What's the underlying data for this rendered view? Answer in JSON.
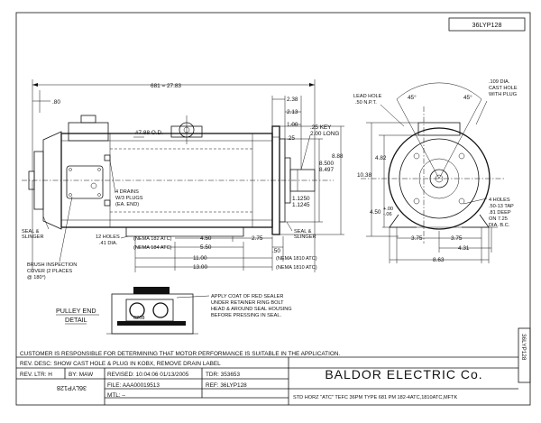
{
  "drawing_id": "36LYP128",
  "drawing_id_side": "36LYP128",
  "drawing_id_bottom": "36LYP128",
  "side_view": {
    "overall_length": "681 = 27.83",
    "dim_80": ".80",
    "od_label": "#7.88 O.D.",
    "drains_label": [
      "4 DRAINS",
      "W/3 PLUGS",
      "(EA. END)"
    ],
    "dim_238": "2.38",
    "dim_213": "2.13",
    "dim_100": "1.00",
    "dim_25": ".25",
    "key_label": [
      ".25 KEY",
      "2.00 LONG"
    ],
    "dim_8500": "8.500",
    "dim_8497": "8.497",
    "dim_888": "8.88",
    "dim_11250": "1.1250",
    "dim_11245": "1.1245",
    "seal_left": [
      "SEAL &",
      "SLINGER"
    ],
    "holes_label": [
      "12 HOLES",
      ".41 DIA."
    ],
    "brush_label": [
      "BRUSH INSPECTION",
      "COVER (2 PLACES",
      "@ 180°)"
    ],
    "nema182": "(NEMA 182 ATC)",
    "nema184": "(NEMA 184 ATC)",
    "dim_450": "4.50",
    "dim_550": "5.50",
    "dim_275": "2.75",
    "dim_50": ".50",
    "seal_right": [
      "SEAL &",
      "SLINGER"
    ],
    "dim_1100": "11.00",
    "nema1810_a": "(NEMA 1810 ATC)",
    "dim_1300": "13.00",
    "nema1810_b": "(NEMA 1810 ATC)"
  },
  "end_view": {
    "lead_hole": [
      "LEAD HOLE",
      ".50 N.P.T."
    ],
    "angle_left": "45°",
    "angle_right": "45°",
    "cast_hole": [
      ".109 DIA.",
      "CAST HOLE",
      "WITH PLUG"
    ],
    "dim_482": "4.82",
    "dim_1038": "10.38",
    "dim_450": "4.50",
    "tol_450": [
      "+.00",
      "-.06"
    ],
    "holes_label": [
      "4 HOLES",
      ".50-13 TAP",
      ".81 DEEP",
      "ON 7.25",
      "DIA. B.C."
    ],
    "dim_375_left": "3.75",
    "dim_375_right": "3.75",
    "dim_431": "4.31",
    "dim_863": "8.63"
  },
  "pulley_detail": {
    "title": [
      "PULLEY END",
      "DETAIL"
    ],
    "part_no": "6208",
    "note": [
      "APPLY COAT OF RED SEALER",
      "UNDER RETAINER RING BOLT",
      "HEAD & AROUND SEAL HOUSING",
      "BEFORE PRESSING IN SEAL."
    ]
  },
  "title_block": {
    "notice": "CUSTOMER IS RESPONSIBLE FOR DETERMINING THAT MOTOR PERFORMANCE IS SUITABLE IN THE APPLICATION.",
    "rev_desc": "REV. DESC:  SHOW CAST HOLE & PLUG IN KOBX, REMOVE DRAIN LABEL",
    "rev_ltr": "REV. LTR:  H",
    "by": "BY:  MAW",
    "revised": "REVISED: 10:04:06 01/13/2005",
    "tdr": "TDR:  353653",
    "company": "BALDOR ELECTRIC Co.",
    "file": "FILE:  AAA00019513",
    "ref": "REF:  36LYP128",
    "mtl": "MTL:  –",
    "description": "STD HORZ \"ATC\" TEFC 36PM TYPE 681 PM 182-4ATC,1810ATC,MFTK"
  }
}
